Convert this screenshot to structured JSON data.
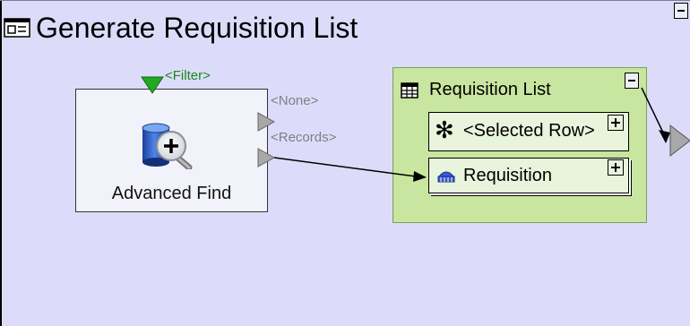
{
  "frame": {
    "title": "Generate Requisition List",
    "icon": "form-icon"
  },
  "advanced_find": {
    "label": "Advanced Find",
    "icon": "database-search-icon",
    "filter_port": "<Filter>",
    "none_port": "<None>",
    "records_port": "<Records>"
  },
  "requisition_list": {
    "title": "Requisition List",
    "icon": "table-icon",
    "selected_row": "<Selected Row>",
    "selected_row_icon": "asterisk-icon",
    "requisition": "Requisition",
    "requisition_icon": "entity-icon"
  },
  "colors": {
    "canvas": "#dcdcfa",
    "list_block": "#c8e6a0",
    "filter_green": "#1a8a1a",
    "port_gray": "#808080"
  }
}
